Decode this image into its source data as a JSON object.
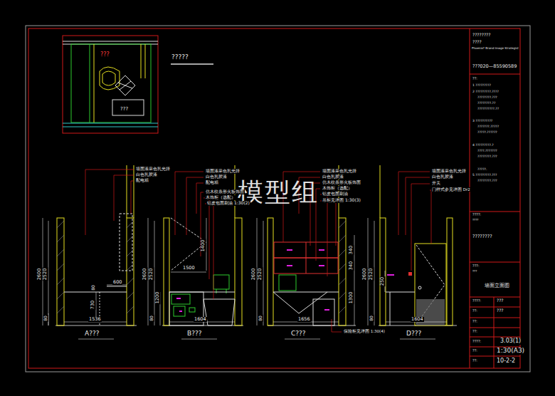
{
  "diagram": {
    "title": "?????",
    "labels": [
      "????????",
      "????",
      "Phoenix? Brand Image Strategist",
      "???020—85590589",
      "??:",
      "1 ?????????",
      "2 ?????????.????",
      "????????.???",
      "????????.??",
      "??????????.??",
      "3 ??????????",
      "???????.?????",
      "?????.??????",
      "4 ?????????.?",
      "????.???????",
      "????????.???",
      "?????.",
      "5 ?????????.???",
      "????????.???",
      "????:",
      "????",
      "????????",
      "???:",
      "???",
      "墙面立面图",
      "????:",
      "???",
      "??:",
      "???",
      "??:",
      "??:",
      "????:",
      "3.03(1)",
      "??:",
      "1:30(A3)",
      "??:",
      "10-2-2",
      "???",
      "???",
      "模型组",
      "墙面漆采色乳光择",
      "白色乳胶漆",
      "配电箱",
      "2600",
      "2520",
      "80",
      "1536",
      "600",
      "730",
      "80",
      "A???",
      "墙面漆采色乳光择",
      "白色乳胶漆",
      "配电箱",
      "仿木纹条形火板饰面",
      "木饰柜（选配）",
      "铝皮包面刷油 1:30(2)",
      "2600",
      "2520",
      "1200",
      "80",
      "1500",
      "1400",
      "1604",
      "B???",
      "墙面漆采色乳光择",
      "白色乳胶漆",
      "仿木纹条形火板饰面",
      "木饰柜（选配）",
      "铝皮包面刷油",
      "吊柜见详图 1:30(3)",
      "2600",
      "2520",
      "340",
      "340",
      "1300",
      "80",
      "1656",
      "保险柜见详图 1:30(4)",
      "C???",
      "墙面漆采色乳光择",
      "白色乳胶漆",
      "开关",
      "门样式参见详图 Dr2",
      "2600",
      "2520",
      "250",
      "80",
      "1604",
      "D???"
    ]
  }
}
